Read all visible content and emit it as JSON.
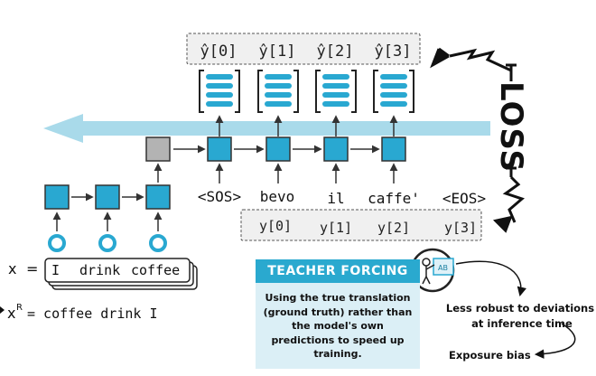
{
  "outputs": {
    "predictions": [
      "ŷ[0]",
      "ŷ[1]",
      "ŷ[2]",
      "ŷ[3]"
    ],
    "targets": [
      "y[0]",
      "y[1]",
      "y[2]",
      "y[3]"
    ]
  },
  "decoder_inputs": [
    "<SOS>",
    "bevo",
    "il",
    "caffe'",
    "<EOS>"
  ],
  "encoder": {
    "x_label": "x",
    "equals": "=",
    "x_tokens": [
      "I",
      "drink",
      "coffee"
    ],
    "reversed_label": "x",
    "reversed_sup": "R",
    "reversed_text": "= coffee drink I"
  },
  "loss_label": "LOSS",
  "teacher_forcing": {
    "title": "TEACHER FORCING",
    "description": "Using the true translation (ground truth) rather than the model's own predictions to speed up training."
  },
  "notes": {
    "robustness": "Less robust to deviations at inference time",
    "exposure_bias": "Exposure bias"
  },
  "colors": {
    "cell": "#29a8d1",
    "initial_cell": "#b3b3b3",
    "flow_arrow": "#a9daea",
    "header": "#2aa9cf",
    "panel": "#dbeff6"
  }
}
